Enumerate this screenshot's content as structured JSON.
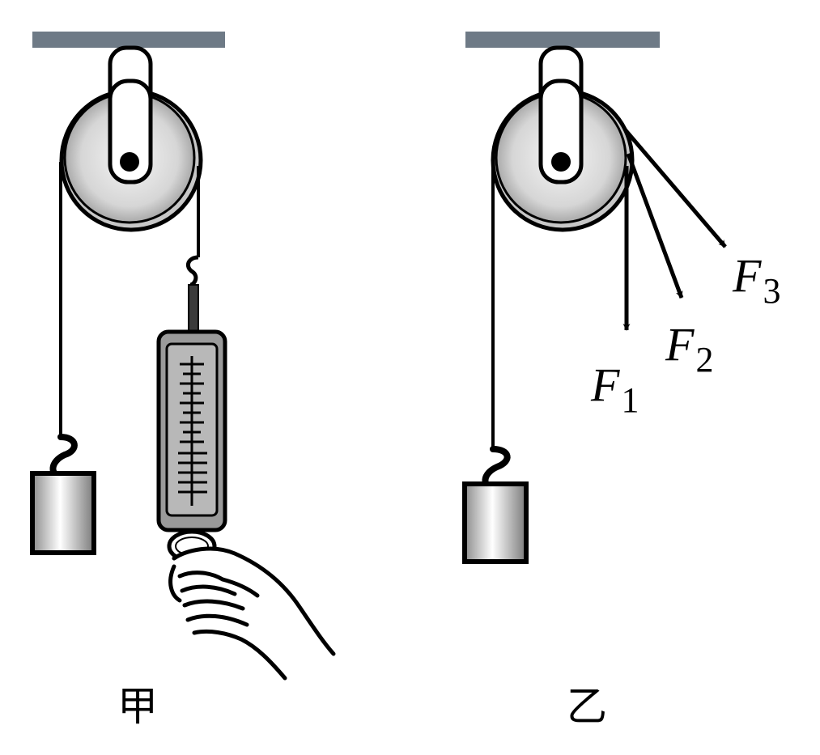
{
  "figures": [
    {
      "caption": "甲"
    },
    {
      "caption": "乙"
    }
  ],
  "forces": [
    {
      "symbol": "F",
      "subscript": "1"
    },
    {
      "symbol": "F",
      "subscript": "2"
    },
    {
      "symbol": "F",
      "subscript": "3"
    }
  ],
  "colors": {
    "ceiling": "#6e7a86",
    "pulley_light": "#f2f2f2",
    "pulley_dark": "#b5b5b5",
    "ink": "#000000",
    "scale_body": "#9a9a9a"
  }
}
